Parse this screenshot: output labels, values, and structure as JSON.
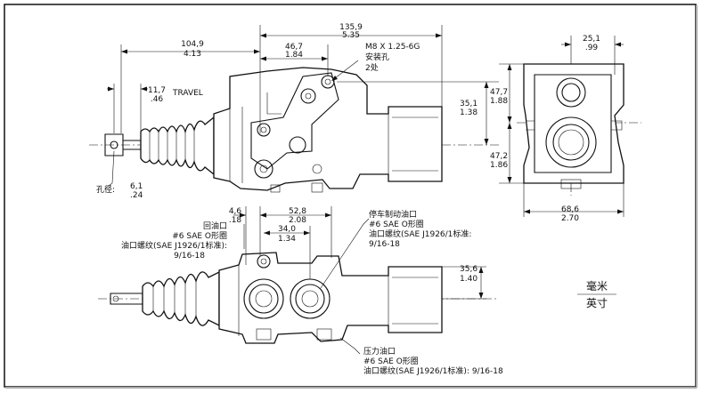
{
  "dimensions": {
    "overall_length": {
      "mm": "135,9",
      "in": "5.35"
    },
    "rod_to_pivot": {
      "mm": "104,9",
      "in": "4.13"
    },
    "pivot_to_mount": {
      "mm": "46,7",
      "in": "1.84"
    },
    "travel": {
      "mm": "11,7",
      "in": ".46"
    },
    "center_height": {
      "mm": "35,1",
      "in": "1.38"
    },
    "upper_half": {
      "mm": "47,7",
      "in": "1.88"
    },
    "lower_half": {
      "mm": "47,2",
      "in": "1.86"
    },
    "port_offset": {
      "mm": "25,1",
      "in": ".99"
    },
    "width": {
      "mm": "68,6",
      "in": "2.70"
    },
    "bore": {
      "mm": "6,1",
      "in": ".24"
    },
    "offset": {
      "mm": "4,6",
      "in": ".18"
    },
    "port_spacing": {
      "mm": "52,8",
      "in": "2.08"
    },
    "port_pitch": {
      "mm": "34,0",
      "in": "1.34"
    },
    "port_height": {
      "mm": "35,6",
      "in": "1.40"
    }
  },
  "callouts": {
    "mount_thread": "M8 X 1.25-6G",
    "mount_hole": "安装孔",
    "mount_qty": "2处",
    "travel_label": "TRAVEL",
    "bore_label": "孔径:",
    "return_port": {
      "title": "回油口",
      "oring": "#6 SAE O形圈",
      "thread": "油口螺纹(SAE J1926/1标准):",
      "size": "9/16-18"
    },
    "parking_port": {
      "title": "停车制动油口",
      "oring": "#6 SAE O形圈",
      "thread": "油口螺纹(SAE J1926/1标准:",
      "size": "9/16-18"
    },
    "pressure_port": {
      "title": "压力油口",
      "oring": "#6 SAE O形圈",
      "thread": "油口螺纹(SAE J1926/1标准): 9/16-18"
    }
  },
  "units": {
    "metric": "毫米",
    "imperial": "英寸"
  }
}
